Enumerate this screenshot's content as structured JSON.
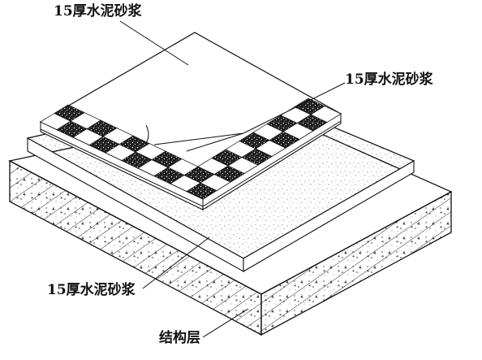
{
  "labels": {
    "mortar_top": "15厚水泥砂浆",
    "mortar_right": "15厚水泥砂浆",
    "mortar_bottom": "15厚水泥砂浆",
    "structure": "结构层"
  },
  "colors": {
    "line": "#111111",
    "background": "#ffffff",
    "tile_dark": "#1a1a1a"
  }
}
